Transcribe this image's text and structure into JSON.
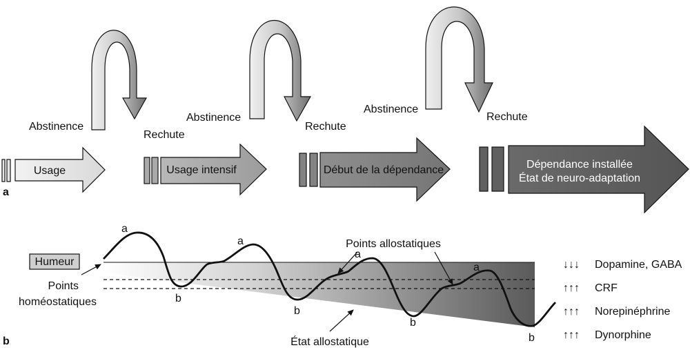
{
  "panel_a": {
    "letter": "a",
    "stages": [
      {
        "label": "Usage"
      },
      {
        "label": "Usage intensif"
      },
      {
        "label": "Début de la dépendance"
      },
      {
        "label_line1": "Dépendance installée",
        "label_line2": "État de neuro-adaptation"
      }
    ],
    "cycles": [
      {
        "abstinence": "Abstinence",
        "relapse": "Rechute"
      },
      {
        "abstinence": "Abstinence",
        "relapse": "Rechute"
      },
      {
        "abstinence": "Abstinence",
        "relapse": "Rechute"
      }
    ]
  },
  "panel_b": {
    "letter": "b",
    "mood_label": "Humeur",
    "homeostatic_label_line1": "Points",
    "homeostatic_label_line2": "homéostatiques",
    "allostatic_points_label": "Points allostatiques",
    "allostatic_state_label": "État allostatique",
    "peak_letter": "a",
    "trough_letter": "b",
    "neuro_changes": [
      {
        "arrows": "↓↓↓",
        "name": "Dopamine, GABA"
      },
      {
        "arrows": "↑↑↑",
        "name": "CRF"
      },
      {
        "arrows": "↑↑↑",
        "name": "Norepinéphrine"
      },
      {
        "arrows": "↑↑↑",
        "name": "Dynorphine"
      }
    ]
  },
  "colors": {
    "stage1": "#e6e6e6",
    "stage2": "#a9a9a9",
    "stage3": "#838383",
    "stage4": "#606060",
    "outline": "#111111"
  }
}
